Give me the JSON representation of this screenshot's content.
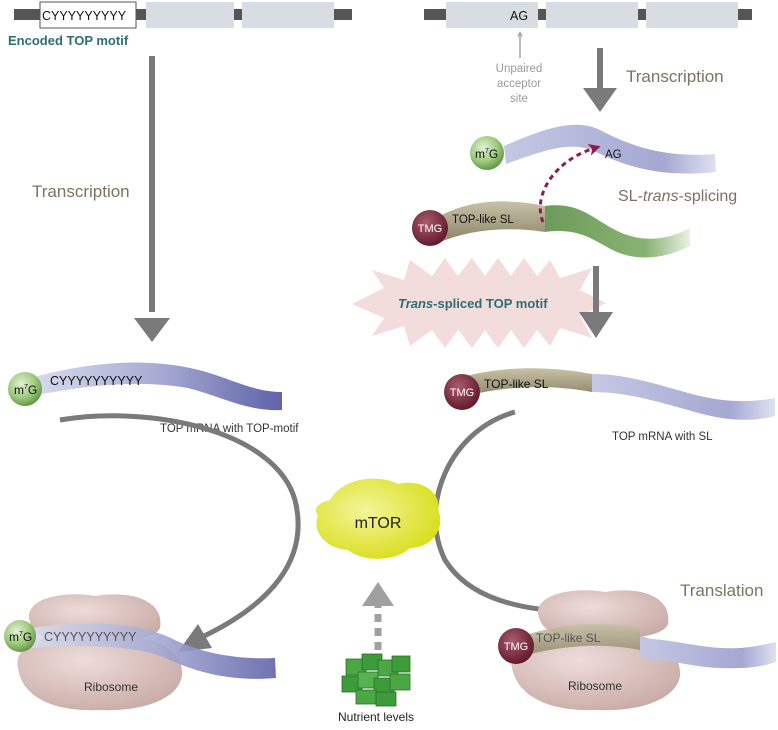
{
  "gene_left": {
    "motif": "CYYYYYYYYY",
    "caption": "Encoded TOP motif"
  },
  "gene_right": {
    "site": "AG",
    "note_line1": "Unpaired",
    "note_line2": "acceptor",
    "note_line3": "site"
  },
  "steps": {
    "transcription_left": "Transcription",
    "transcription_right": "Transcription",
    "splicing_prefix": "SL-",
    "splicing_italic": "trans",
    "splicing_suffix": "-splicing",
    "translation": "Translation"
  },
  "caps": {
    "m7g_sup": "7",
    "m7g_m": "m",
    "m7g_g": "G",
    "tmg": "TMG"
  },
  "splicing": {
    "acceptor": "AG",
    "sl_label": "TOP-like SL"
  },
  "burst": {
    "italic": "Trans",
    "rest": "-spliced TOP motif"
  },
  "mrna_left": {
    "sequence": "CYYYYYYYYYY",
    "caption": "TOP mRNA with TOP-motif"
  },
  "mrna_right": {
    "sl_label": "TOP-like SL",
    "caption": "TOP mRNA with SL"
  },
  "mtor": {
    "label": "mTOR"
  },
  "nutrients": {
    "label": "Nutrient levels"
  },
  "ribosome_left": {
    "sequence": "CYYYYYYYYYY",
    "label": "Ribosome"
  },
  "ribosome_right": {
    "sl_label": "TOP-like SL",
    "label": "Ribosome"
  },
  "colors": {
    "arrow": "#7a7a7a",
    "rna": "#a3a7d0",
    "cap_green": "#7bb24f",
    "cap_tmg": "#7a2438",
    "sl_tan": "#9a9272",
    "sl_green": "#7fa86a",
    "teal_text": "#2b6f72",
    "step_text": "#7d7263",
    "ribosome": "#d9c2bf",
    "mtor": "#e6ea1a",
    "nutrient": "#3d9b3a",
    "burst": "#f2dcdc",
    "splice_arrow": "#8a1e4a"
  }
}
